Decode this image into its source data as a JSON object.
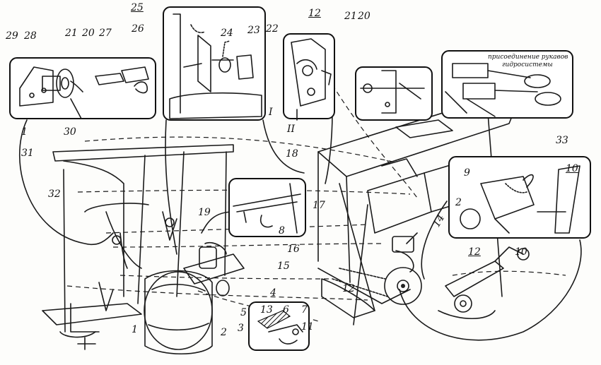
{
  "diagram": {
    "inset_caption_line1": "присоединение рукавов",
    "inset_caption_line2": "гидросистемы",
    "labels": {
      "l29": "29",
      "l28": "28",
      "l21a": "21",
      "l20a": "20",
      "l27": "27",
      "l25": "25",
      "l26": "26",
      "l24": "24",
      "l23": "23",
      "l22": "22",
      "lI": "I",
      "l12a": "12",
      "l21b": "21",
      "l20b": "20",
      "lII": "II",
      "l1a": "1",
      "l30": "30",
      "l31": "31",
      "l18": "18",
      "l33": "33",
      "l32": "32",
      "l19": "19",
      "l8": "8",
      "l17": "17",
      "l14": "14",
      "l16": "16",
      "l15": "15",
      "l12b": "12",
      "l9": "9",
      "l10a": "10",
      "l2a": "2",
      "l12c": "12",
      "l10b": "10",
      "l4": "4",
      "l13": "13",
      "l5": "5",
      "l6": "6",
      "l7": "7",
      "l3": "3",
      "l11": "11",
      "l2b": "2",
      "l1b": "1"
    }
  }
}
